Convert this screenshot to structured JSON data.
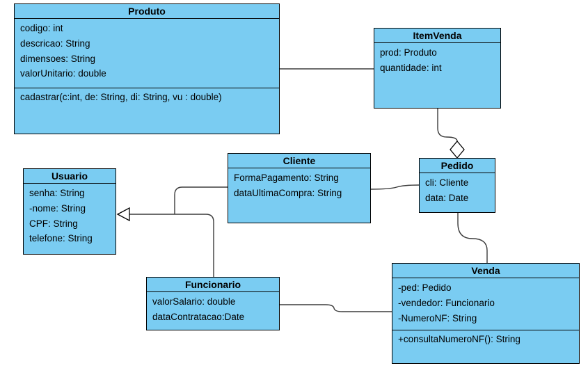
{
  "diagram": {
    "colors": {
      "background": "#ffffff",
      "shape_fill": "#7accf2",
      "shape_border": "#000000",
      "connector": "#3b3b3b",
      "marker_fill": "#ffffff"
    },
    "classes": {
      "produto": {
        "name": "Produto",
        "attributes": [
          "codigo: int",
          "descricao: String",
          "dimensoes: String",
          "valorUnitario: double"
        ],
        "methods": [
          "cadastrar(c:int, de: String, di: String, vu : double)"
        ]
      },
      "itemvenda": {
        "name": "ItemVenda",
        "attributes": [
          "prod: Produto",
          "quantidade: int"
        ],
        "methods": []
      },
      "pedido": {
        "name": "Pedido",
        "attributes": [
          "cli: Cliente",
          "data: Date"
        ],
        "methods": []
      },
      "cliente": {
        "name": "Cliente",
        "attributes": [
          "FormaPagamento: String",
          "dataUltimaCompra: String"
        ],
        "methods": []
      },
      "usuario": {
        "name": "Usuario",
        "attributes": [
          "senha: String",
          "-nome: String",
          "CPF: String",
          "telefone: String"
        ],
        "methods": []
      },
      "funcionario": {
        "name": "Funcionario",
        "attributes": [
          "valorSalario: double",
          "dataContratacao:Date"
        ],
        "methods": []
      },
      "venda": {
        "name": "Venda",
        "attributes": [
          "-ped: Pedido",
          "-vendedor: Funcionario",
          "-NumeroNF: String"
        ],
        "methods": [
          "+consultaNumeroNF(): String"
        ]
      }
    },
    "relationships": [
      {
        "from": "Produto",
        "to": "ItemVenda",
        "type": "association"
      },
      {
        "from": "ItemVenda",
        "to": "Pedido",
        "type": "aggregation",
        "diamond_at": "Pedido"
      },
      {
        "from": "Cliente",
        "to": "Pedido",
        "type": "association"
      },
      {
        "from": "Pedido",
        "to": "Venda",
        "type": "association"
      },
      {
        "from": "Cliente",
        "to": "Usuario",
        "type": "generalization",
        "arrow_at": "Usuario"
      },
      {
        "from": "Funcionario",
        "to": "Usuario",
        "type": "generalization",
        "arrow_at": "Usuario"
      },
      {
        "from": "Funcionario",
        "to": "Venda",
        "type": "association"
      }
    ]
  }
}
